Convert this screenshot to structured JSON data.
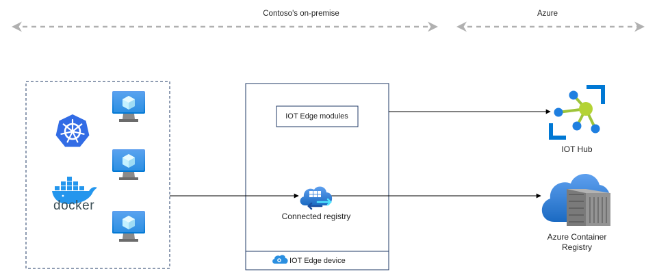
{
  "zones": {
    "onprem_label": "Contoso's on-premise",
    "azure_label": "Azure"
  },
  "cluster": {
    "docker_label": "docker"
  },
  "edge_device": {
    "modules_label": "IOT Edge modules",
    "registry_label": "Connected registry",
    "device_label": "IOT Edge device"
  },
  "azure": {
    "iot_hub_label": "IOT Hub",
    "acr_label_line1": "Azure Container",
    "acr_label_line2": "Registry"
  },
  "colors": {
    "dashed_arrow": "#b0b0b0",
    "box_border": "#1f3864",
    "azure_blue": "#0078d4",
    "k8s_blue": "#326ce5",
    "docker_blue": "#2496ed",
    "iot_green": "#b4d334"
  },
  "icons": [
    "kubernetes-icon",
    "docker-icon",
    "vm-icon",
    "iot-hub-icon",
    "container-registry-icon",
    "connected-registry-icon",
    "iot-edge-cloud-icon"
  ]
}
